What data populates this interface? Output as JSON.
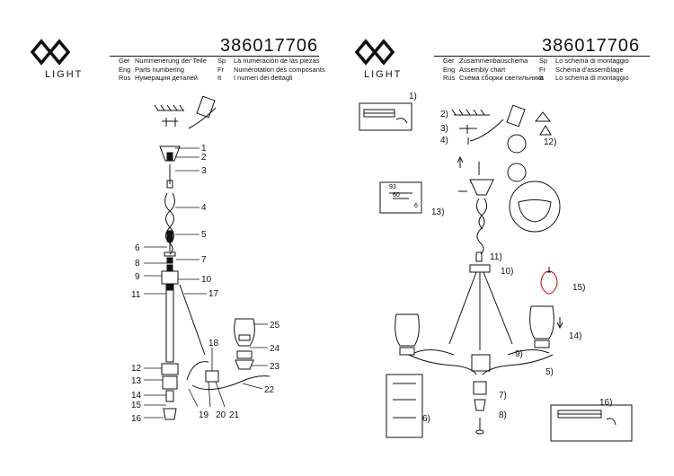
{
  "left": {
    "logo_text": "LIGHT",
    "product_code": "386017706",
    "languages": [
      {
        "code": "Ger",
        "text": "Nummerierung der Teile"
      },
      {
        "code": "Eng",
        "text": "Parts numbering"
      },
      {
        "code": "Rus",
        "text": "Нумерация деталей"
      },
      {
        "code": "Sp",
        "text": "La numeración de las piezas"
      },
      {
        "code": "Fr",
        "text": "Numérotation des composants"
      },
      {
        "code": "It",
        "text": "I numeri dei dettagli"
      }
    ],
    "part_numbers": [
      "1",
      "2",
      "3",
      "4",
      "5",
      "6",
      "7",
      "8",
      "9",
      "10",
      "11",
      "12",
      "13",
      "14",
      "15",
      "16",
      "17",
      "18",
      "19",
      "20",
      "21",
      "22",
      "23",
      "24",
      "25"
    ]
  },
  "right": {
    "logo_text": "LIGHT",
    "product_code": "386017706",
    "languages": [
      {
        "code": "Ger",
        "text": "Zusammenbauschema"
      },
      {
        "code": "Eng",
        "text": "Assembly chart"
      },
      {
        "code": "Rus",
        "text": "Схема сборки светильника"
      },
      {
        "code": "Sp",
        "text": "Lo schema di montaggio"
      },
      {
        "code": "Fr",
        "text": "Schéma d'assemblage"
      },
      {
        "code": "It",
        "text": "Lo schema di montaggio"
      }
    ],
    "step_labels": [
      "1)",
      "2)",
      "3)",
      "4)",
      "5)",
      "6)",
      "7)",
      "8)",
      "9)",
      "10)",
      "11)",
      "12)",
      "13)",
      "14)",
      "15)",
      "16)"
    ],
    "dim_93": "93",
    "dim_60": "60",
    "dim_6": "6"
  }
}
